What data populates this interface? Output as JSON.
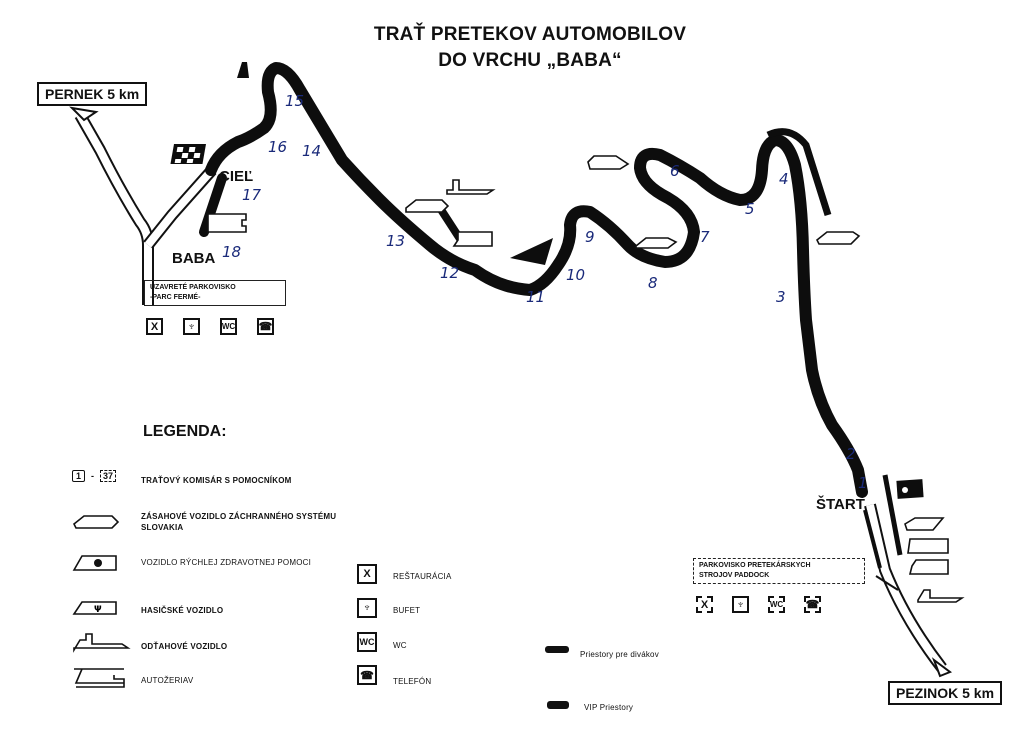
{
  "title": {
    "line1": "TRAŤ PRETEKOV AUTOMOBILOV",
    "line2": "DO VRCHU „BABA“"
  },
  "signs": {
    "pernek": "PERNEK 5 km",
    "pezinok": "PEZINOK 5 km"
  },
  "places": {
    "finish": "CIEĽ",
    "baba": "BABA",
    "start": "ŠTART"
  },
  "info_boxes": {
    "parc_ferme": {
      "line1": "UZAVRETÉ PARKOVISKO",
      "line2": "-PARC FERMÉ-"
    },
    "paddock": {
      "line1": "PARKOVISKO PRETEKÁRSKYCH",
      "line2": "STROJOV  PADDOCK"
    }
  },
  "facility_icons": [
    "X",
    "🍷",
    "WC",
    "☎"
  ],
  "marshal_posts": [
    "1",
    "2",
    "3",
    "4",
    "5",
    "6",
    "7",
    "8",
    "9",
    "10",
    "11",
    "12",
    "13",
    "14",
    "15",
    "16",
    "17",
    "18"
  ],
  "legend": {
    "title": "LEGENDA:",
    "marshal_range": {
      "from": "1",
      "to": "37"
    },
    "items": [
      {
        "icon": "marshal-post-icon",
        "label": "TRAŤOVÝ KOMISÁR S POMOCNÍKOM"
      },
      {
        "icon": "rescue-car-icon",
        "label": "ZÁSAHOVÉ VOZIDLO ZÁCHRANNÉHO SYSTÉMU SLOVAKIA"
      },
      {
        "icon": "ambulance-icon",
        "label": "VOZIDLO RÝCHLEJ ZDRAVOTNEJ POMOCI"
      },
      {
        "icon": "fire-truck-icon",
        "label": "HASIČSKÉ VOZIDLO"
      },
      {
        "icon": "tow-truck-icon",
        "label": "ODŤAHOVÉ VOZIDLO"
      },
      {
        "icon": "crane-truck-icon",
        "label": "AUTOŽERIAV"
      }
    ],
    "facilities": [
      {
        "icon": "restaurant-icon",
        "glyph": "X",
        "label": "REŠTAURÁCIA"
      },
      {
        "icon": "buffet-icon",
        "glyph": "🍷",
        "label": "BUFET"
      },
      {
        "icon": "wc-icon",
        "glyph": "WC",
        "label": "WC"
      },
      {
        "icon": "telephone-icon",
        "glyph": "☎",
        "label": "TELEFÓN"
      }
    ],
    "areas": [
      {
        "icon": "spectator-area-icon",
        "label": "Priestory pre divákov"
      },
      {
        "icon": "vip-area-icon",
        "label": "VIP Priestory"
      }
    ]
  },
  "colors": {
    "track": "#0d0d0d",
    "numbers": "#1a2a7a",
    "background": "#ffffff"
  }
}
